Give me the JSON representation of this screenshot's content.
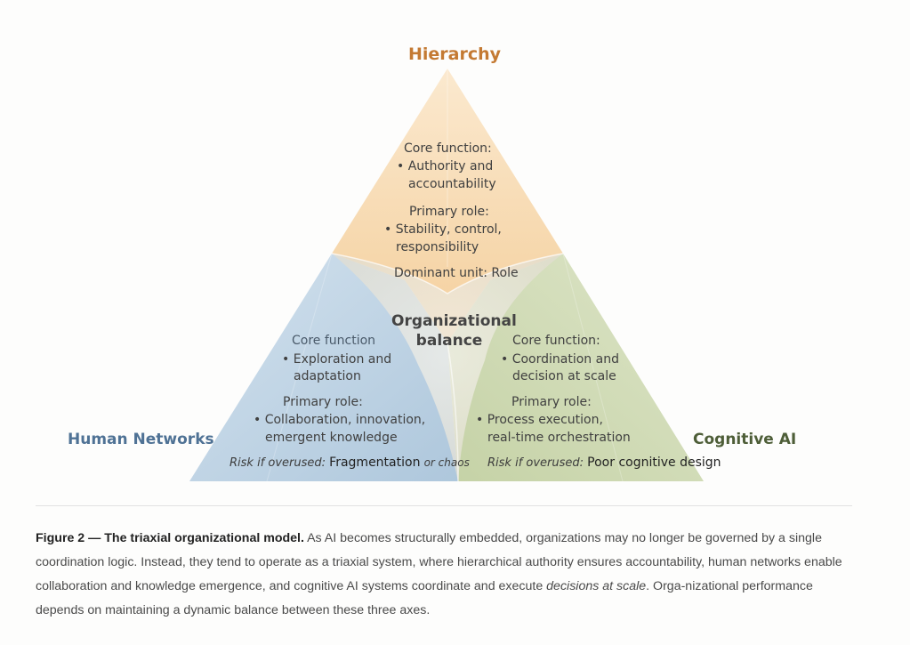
{
  "axes": {
    "hierarchy": {
      "title": "Hierarchy",
      "color": "#c47a33",
      "core_heading": "Core function:",
      "core_items": [
        "Authority and",
        "accountability"
      ],
      "role_heading": "Primary role:",
      "role_items": [
        "Stability, control,",
        "responsibility"
      ],
      "dominant_unit": "Dominant unit: Role"
    },
    "human_networks": {
      "title": "Human Networks",
      "color": "#4f7295",
      "core_heading": "Core function",
      "core_items": [
        "Exploration and",
        "adaptation"
      ],
      "role_heading": "Primary role:",
      "role_items": [
        "Collaboration, innovation,",
        "emergent knowledge"
      ],
      "risk_label": "Risk if overused:",
      "risk_main": "Fragmentation",
      "risk_tail": "or chaos"
    },
    "cognitive_ai": {
      "title": "Cognitive AI",
      "color": "#4e5e38",
      "core_heading": "Core function:",
      "core_items": [
        "Coordination and",
        "decision at scale"
      ],
      "role_heading": "Primary role:",
      "role_items": [
        "Process execution,",
        "real-time orchestration"
      ],
      "risk_label": "Risk if overused:",
      "risk_main": "Poor cognitive design"
    }
  },
  "center": {
    "line1": "Organizational",
    "line2": "balance"
  },
  "caption": {
    "lead": "Figure 2 — The triaxial organizational model.",
    "body1": " As AI becomes structurally embedded, organizations may no longer be governed by a single coordination logic. Instead, they tend to operate as a triaxial system, where hierarchical authority ensures accountability, human networks enable collaboration and knowledge emergence, and cognitive AI systems coordinate and execute ",
    "italic": "decisions at scale",
    "body2": ". Orga-nizational performance depends on maintaining a dynamic balance between these three axes."
  },
  "colors": {
    "hierarchy_fill": "#f6d6a8",
    "networks_fill": "#b9cfe0",
    "ai_fill": "#ccd6b2",
    "center_fill": "#e9e6dc"
  }
}
